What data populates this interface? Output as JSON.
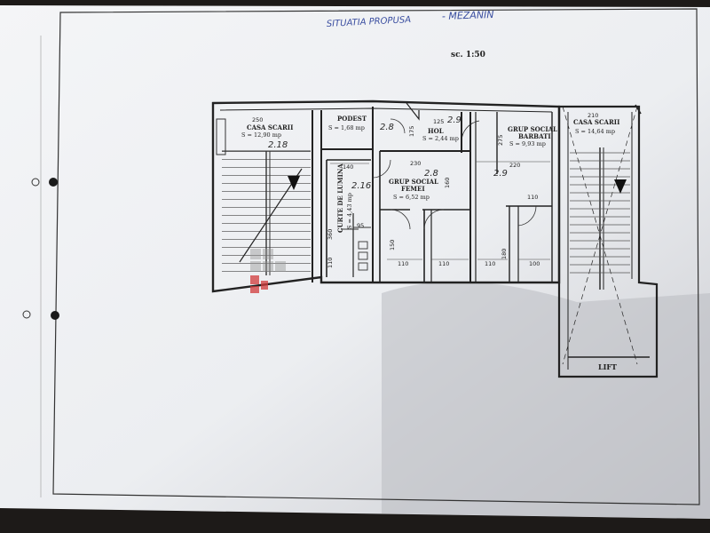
{
  "sheet": {
    "title_handwritten": "SITUATIA PROPUSA",
    "title_mezanin": "- MEZANIN",
    "scale": "sc. 1:50"
  },
  "rooms": {
    "casa_scarii_left": {
      "name": "CASA SCARII",
      "area": "S = 12,90 mp",
      "dim": "250",
      "mark": "2.18"
    },
    "podest": {
      "name": "PODEST",
      "area": "S = 1,68 mp",
      "mark": "2.8"
    },
    "hol": {
      "name": "HOL",
      "area": "S = 2,44 mp",
      "dim": "125",
      "mark": "2.9"
    },
    "grup_barbati": {
      "name_line1": "GRUP SOCIAL",
      "name_line2": "BARBATI",
      "area": "S = 9,93 mp",
      "mark": "2.9"
    },
    "grup_femei": {
      "name_line1": "GRUP SOCIAL",
      "name_line2": "FEMEI",
      "area": "S = 6,52 mp",
      "mark": "2.8"
    },
    "curte_lumina": {
      "name": "CURTE DE LUMINA",
      "area": "S = 4,43 mp",
      "mark": "2.16"
    },
    "casa_scarii_right": {
      "name": "CASA SCARII",
      "area": "S = 14,64 mp",
      "dim": "210"
    },
    "lift": {
      "name": "LIFT"
    }
  },
  "dimensions": {
    "d140": "140",
    "d230": "230",
    "d220": "220",
    "d175": "175",
    "d275": "275",
    "d160": "160",
    "d150": "150",
    "d360": "360",
    "d110_left": "110",
    "d95": "95",
    "d110_door": "110",
    "d110_b1": "110",
    "d110_b2": "110",
    "d110_b3": "110",
    "d100": "100",
    "d180": "180"
  },
  "colors": {
    "paper": "#f2f3f5",
    "ink": "#2a2a2a",
    "handwriting": "#3a4ea0",
    "background": "#1d1a18"
  }
}
